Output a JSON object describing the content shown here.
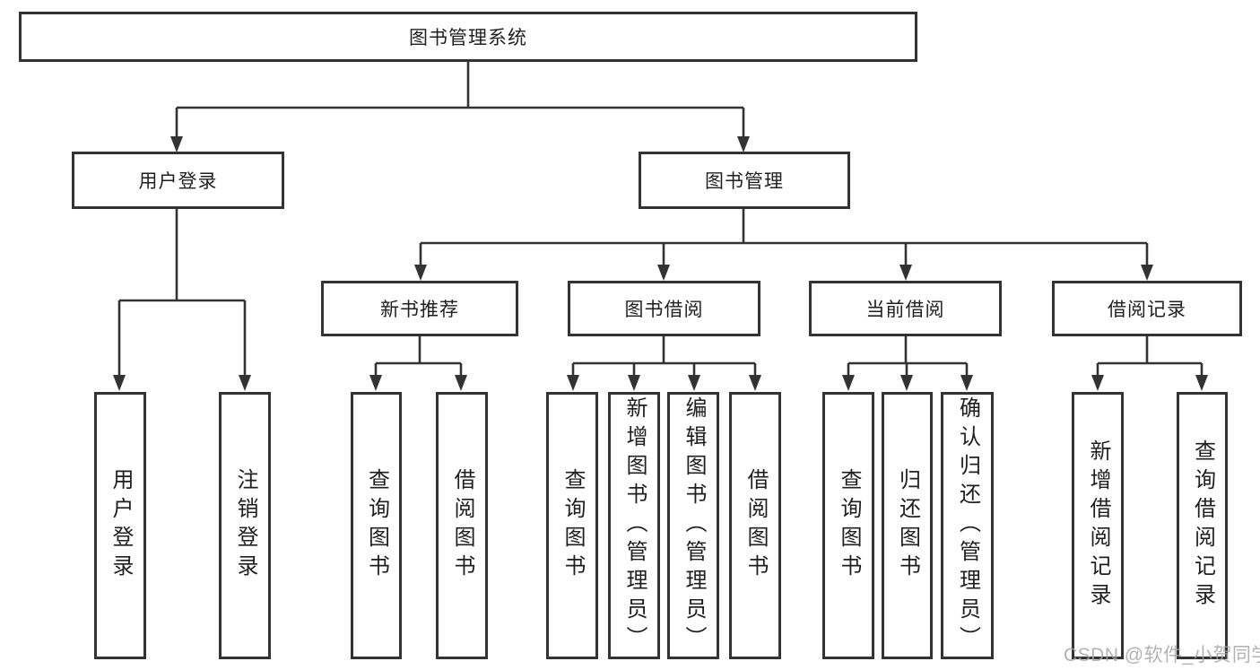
{
  "diagram": {
    "root_label": "图书管理系统",
    "branches": [
      {
        "label": "用户登录",
        "children": [
          "用户登录",
          "注销登录"
        ]
      },
      {
        "label": "图书管理",
        "groups": [
          {
            "label": "新书推荐",
            "children": [
              "查询图书",
              "借阅图书"
            ]
          },
          {
            "label": "图书借阅",
            "children": [
              "查询图书",
              "新增图书（管理员）",
              "编辑图书（管理员）",
              "借阅图书"
            ]
          },
          {
            "label": "当前借阅",
            "children": [
              "查询图书",
              "归还图书",
              "确认归还（管理员）"
            ]
          },
          {
            "label": "借阅记录",
            "children": [
              "新增借阅记录",
              "查询借阅记录"
            ]
          }
        ]
      }
    ]
  },
  "watermark": {
    "text": "CSDN @软件_小贺同学"
  },
  "colors": {
    "line": "#333333",
    "box_border": "#333333",
    "text": "#1f1f1f",
    "watermark": "#a4a4a4",
    "background": "#ffffff"
  }
}
